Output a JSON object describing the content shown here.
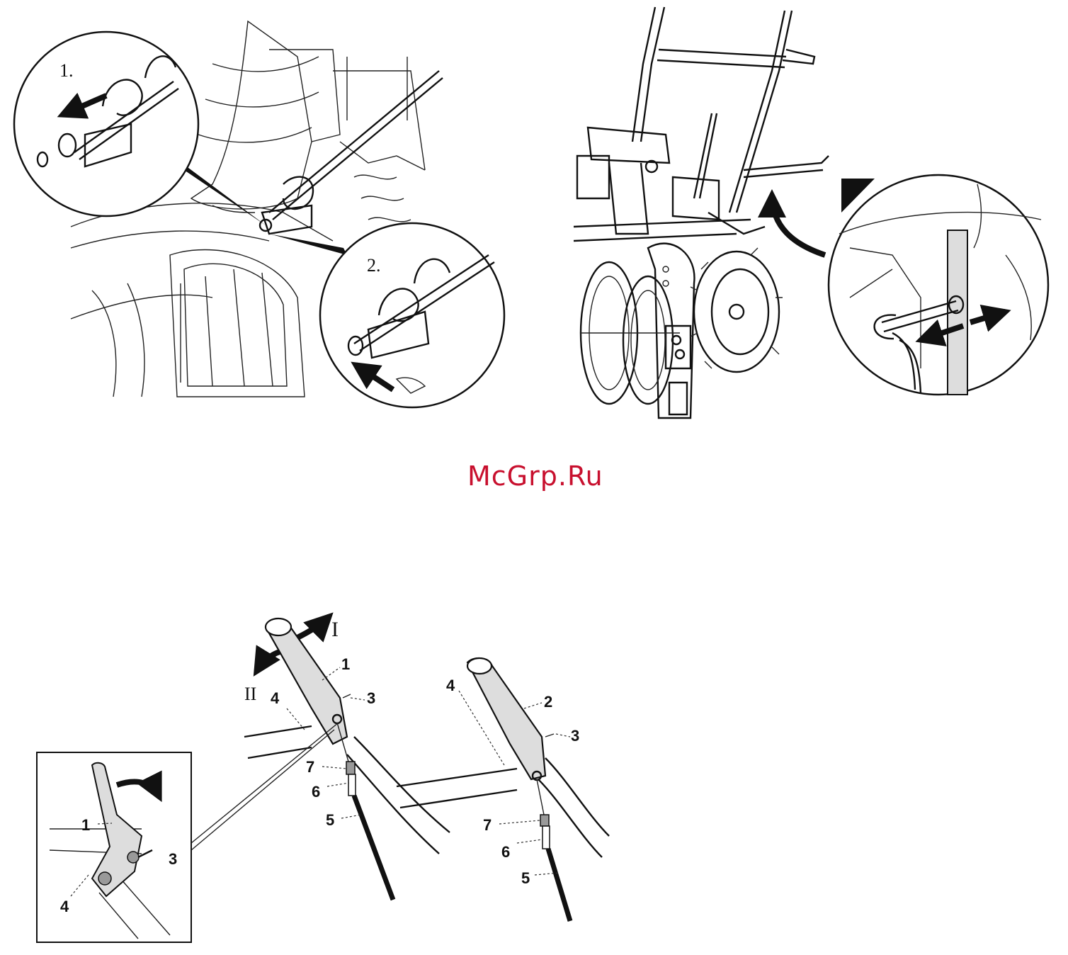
{
  "watermark": {
    "text": "McGrp.Ru",
    "color": "#c8102e"
  },
  "figure_top_left": {
    "step_1_label": "1.",
    "step_2_label": "2."
  },
  "figure_bottom": {
    "direction_labels": {
      "forward": "I",
      "reverse": "II"
    },
    "left_handle_callouts": [
      "1",
      "3",
      "4",
      "7",
      "6",
      "5"
    ],
    "right_handle_callouts": [
      "2",
      "3",
      "4",
      "7",
      "6",
      "5"
    ],
    "inset_callouts": [
      "1",
      "3",
      "4"
    ]
  }
}
